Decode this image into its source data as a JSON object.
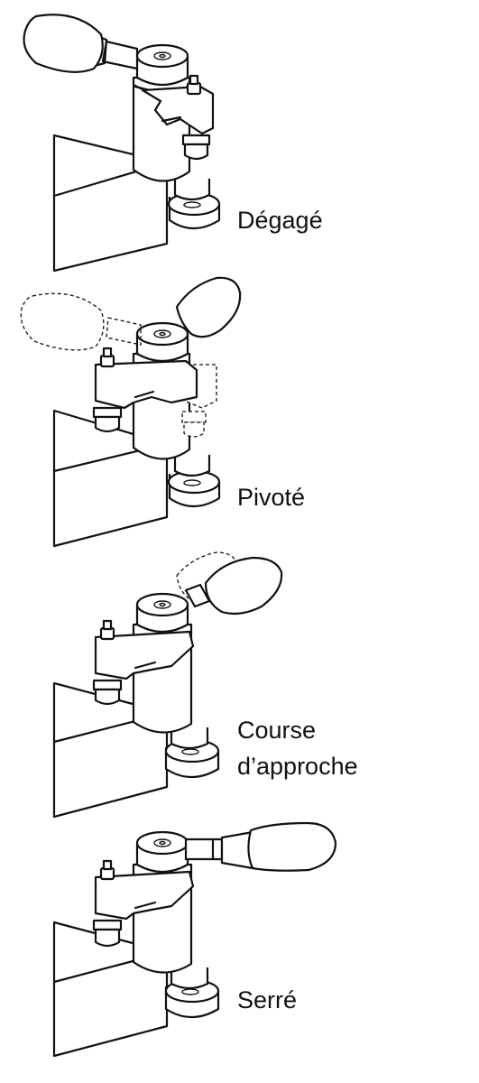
{
  "stages": [
    {
      "id": "degage",
      "label": "Dégagé"
    },
    {
      "id": "pivote",
      "label": "Pivoté"
    },
    {
      "id": "course",
      "label_lines": [
        "Course",
        "d’approche"
      ]
    },
    {
      "id": "serre",
      "label": "Serré"
    }
  ]
}
